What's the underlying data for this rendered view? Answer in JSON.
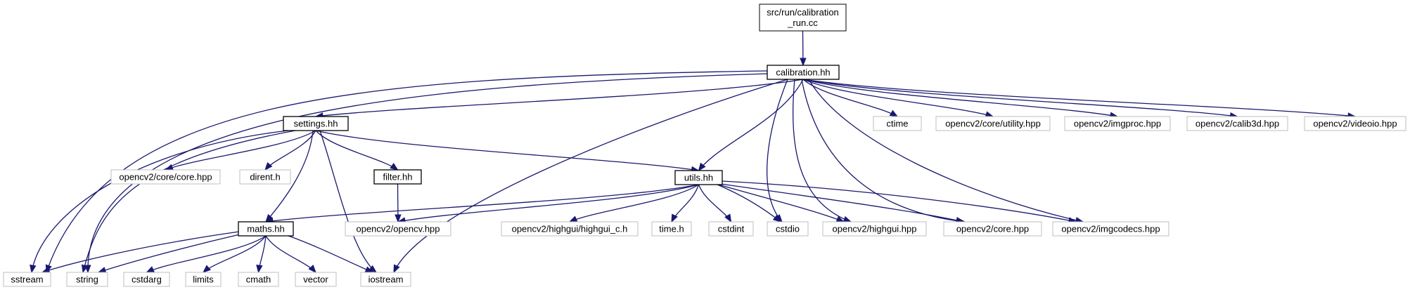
{
  "graph": {
    "edge_color": "#191970",
    "root_fill": "#bfbfbf",
    "project_border": "#000000",
    "external_border": "#bfbfbf",
    "nodes": [
      {
        "id": "calibration_run",
        "lines": [
          "src/run/calibration",
          "_run.cc"
        ],
        "kind": "root"
      },
      {
        "id": "calibration_hh",
        "lines": [
          "calibration.hh"
        ],
        "kind": "project"
      },
      {
        "id": "settings_hh",
        "lines": [
          "settings.hh"
        ],
        "kind": "project"
      },
      {
        "id": "utils_hh",
        "lines": [
          "utils.hh"
        ],
        "kind": "project"
      },
      {
        "id": "filter_hh",
        "lines": [
          "filter.hh"
        ],
        "kind": "project"
      },
      {
        "id": "maths_hh",
        "lines": [
          "maths.hh"
        ],
        "kind": "project"
      },
      {
        "id": "ctime",
        "lines": [
          "ctime"
        ],
        "kind": "external"
      },
      {
        "id": "cv_core_utility",
        "lines": [
          "opencv2/core/utility.hpp"
        ],
        "kind": "external"
      },
      {
        "id": "cv_imgproc",
        "lines": [
          "opencv2/imgproc.hpp"
        ],
        "kind": "external"
      },
      {
        "id": "cv_calib3d",
        "lines": [
          "opencv2/calib3d.hpp"
        ],
        "kind": "external"
      },
      {
        "id": "cv_videoio",
        "lines": [
          "opencv2/videoio.hpp"
        ],
        "kind": "external"
      },
      {
        "id": "cv_core_core",
        "lines": [
          "opencv2/core/core.hpp"
        ],
        "kind": "external"
      },
      {
        "id": "dirent_h",
        "lines": [
          "dirent.h"
        ],
        "kind": "external"
      },
      {
        "id": "cv_opencv",
        "lines": [
          "opencv2/opencv.hpp"
        ],
        "kind": "external"
      },
      {
        "id": "cv_highgui_c",
        "lines": [
          "opencv2/highgui/highgui_c.h"
        ],
        "kind": "external"
      },
      {
        "id": "time_h",
        "lines": [
          "time.h"
        ],
        "kind": "external"
      },
      {
        "id": "cstdint",
        "lines": [
          "cstdint"
        ],
        "kind": "external"
      },
      {
        "id": "cstdio",
        "lines": [
          "cstdio"
        ],
        "kind": "external"
      },
      {
        "id": "cv_highgui",
        "lines": [
          "opencv2/highgui.hpp"
        ],
        "kind": "external"
      },
      {
        "id": "cv_core",
        "lines": [
          "opencv2/core.hpp"
        ],
        "kind": "external"
      },
      {
        "id": "cv_imgcodecs",
        "lines": [
          "opencv2/imgcodecs.hpp"
        ],
        "kind": "external"
      },
      {
        "id": "sstream",
        "lines": [
          "sstream"
        ],
        "kind": "external"
      },
      {
        "id": "string",
        "lines": [
          "string"
        ],
        "kind": "external"
      },
      {
        "id": "cstdarg",
        "lines": [
          "cstdarg"
        ],
        "kind": "external"
      },
      {
        "id": "limits",
        "lines": [
          "limits"
        ],
        "kind": "external"
      },
      {
        "id": "cmath",
        "lines": [
          "cmath"
        ],
        "kind": "external"
      },
      {
        "id": "vector",
        "lines": [
          "vector"
        ],
        "kind": "external"
      },
      {
        "id": "iostream",
        "lines": [
          "iostream"
        ],
        "kind": "external"
      }
    ],
    "edges": [
      {
        "from": "calibration_run",
        "to": "calibration_hh"
      },
      {
        "from": "calibration_hh",
        "to": "sstream"
      },
      {
        "from": "calibration_hh",
        "to": "string"
      },
      {
        "from": "calibration_hh",
        "to": "settings_hh"
      },
      {
        "from": "calibration_hh",
        "to": "iostream"
      },
      {
        "from": "calibration_hh",
        "to": "utils_hh"
      },
      {
        "from": "calibration_hh",
        "to": "cstdio"
      },
      {
        "from": "calibration_hh",
        "to": "cv_highgui"
      },
      {
        "from": "calibration_hh",
        "to": "cv_core"
      },
      {
        "from": "calibration_hh",
        "to": "cv_imgcodecs"
      },
      {
        "from": "calibration_hh",
        "to": "ctime"
      },
      {
        "from": "calibration_hh",
        "to": "cv_core_utility"
      },
      {
        "from": "calibration_hh",
        "to": "cv_imgproc"
      },
      {
        "from": "calibration_hh",
        "to": "cv_calib3d"
      },
      {
        "from": "calibration_hh",
        "to": "cv_videoio"
      },
      {
        "from": "settings_hh",
        "to": "sstream"
      },
      {
        "from": "settings_hh",
        "to": "string"
      },
      {
        "from": "settings_hh",
        "to": "cv_core_core"
      },
      {
        "from": "settings_hh",
        "to": "dirent_h"
      },
      {
        "from": "settings_hh",
        "to": "filter_hh"
      },
      {
        "from": "settings_hh",
        "to": "utils_hh"
      },
      {
        "from": "settings_hh",
        "to": "maths_hh"
      },
      {
        "from": "settings_hh",
        "to": "iostream"
      },
      {
        "from": "filter_hh",
        "to": "cv_opencv"
      },
      {
        "from": "utils_hh",
        "to": "maths_hh"
      },
      {
        "from": "utils_hh",
        "to": "cv_opencv"
      },
      {
        "from": "utils_hh",
        "to": "cv_highgui_c"
      },
      {
        "from": "utils_hh",
        "to": "time_h"
      },
      {
        "from": "utils_hh",
        "to": "cstdint"
      },
      {
        "from": "utils_hh",
        "to": "cstdio"
      },
      {
        "from": "utils_hh",
        "to": "cv_highgui"
      },
      {
        "from": "utils_hh",
        "to": "cv_core"
      },
      {
        "from": "utils_hh",
        "to": "cv_imgcodecs"
      },
      {
        "from": "maths_hh",
        "to": "sstream"
      },
      {
        "from": "maths_hh",
        "to": "string"
      },
      {
        "from": "maths_hh",
        "to": "cstdarg"
      },
      {
        "from": "maths_hh",
        "to": "limits"
      },
      {
        "from": "maths_hh",
        "to": "cmath"
      },
      {
        "from": "maths_hh",
        "to": "vector"
      },
      {
        "from": "maths_hh",
        "to": "iostream"
      }
    ]
  }
}
